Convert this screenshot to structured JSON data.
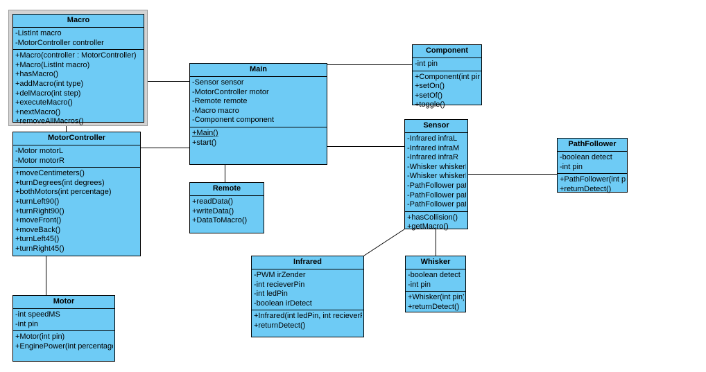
{
  "diagram": {
    "type": "uml-class-diagram",
    "background": "#ffffff",
    "class_fill": "#6ecbf5",
    "class_border": "#000000",
    "selection_frame": "#d3d3d3",
    "classes": [
      {
        "id": "macro",
        "name": "Macro",
        "selected": true,
        "attributes": [
          "-ListInt macro",
          "-MotorController controller"
        ],
        "methods": [
          "+Macro(controller : MotorController)",
          "+Macro(ListInt macro)",
          "+hasMacro()",
          "+addMacro(int type)",
          "+delMacro(int step)",
          "+executeMacro()",
          "+nextMacro()",
          "+removeAllMacros()"
        ]
      },
      {
        "id": "motorcontroller",
        "name": "MotorController",
        "selected": false,
        "attributes": [
          "-Motor motorL",
          "-Motor motorR"
        ],
        "methods": [
          "+moveCentimeters()",
          "+turnDegrees(int degrees)",
          "+bothMotors(int percentage)",
          "+turnLeft90()",
          "+turnRight90()",
          "+moveFront()",
          "+moveBack()",
          "+turnLeft45()",
          "+turnRight45()"
        ]
      },
      {
        "id": "motor",
        "name": "Motor",
        "selected": false,
        "attributes": [
          "-int speedMS",
          "-int pin"
        ],
        "methods": [
          "+Motor(int pin)",
          "+EnginePower(int percentage)"
        ]
      },
      {
        "id": "main",
        "name": "Main",
        "selected": false,
        "attributes": [
          "-Sensor sensor",
          "-MotorController motor",
          "-Remote remote",
          "-Macro macro",
          "-Component component"
        ],
        "methods": [
          "+Main()",
          "+start()"
        ],
        "static_methods": [
          "+Main()"
        ]
      },
      {
        "id": "remote",
        "name": "Remote",
        "selected": false,
        "attributes": [],
        "methods": [
          "+readData()",
          "+writeData()",
          "+DataToMacro()"
        ]
      },
      {
        "id": "component",
        "name": "Component",
        "selected": false,
        "attributes": [
          "-int pin"
        ],
        "methods": [
          "+Component(int pin)",
          "+setOn()",
          "+setOf()",
          "+toggle()"
        ]
      },
      {
        "id": "sensor",
        "name": "Sensor",
        "selected": false,
        "attributes": [
          "-Infrared infraL",
          "-Infrared infraM",
          "-Infrared infraR",
          "-Whisker whiskerL",
          "-Whisker whiskerR",
          "-PathFollower pathL",
          "-PathFollower pathM",
          "-PathFollower pathR"
        ],
        "methods": [
          "+hasCollision()",
          "+getMacro()"
        ]
      },
      {
        "id": "pathfollower",
        "name": "PathFollower",
        "selected": false,
        "attributes": [
          "-boolean detect",
          "-int pin"
        ],
        "methods": [
          "+PathFollower(int pin)",
          "+returnDetect()"
        ]
      },
      {
        "id": "infrared",
        "name": "Infrared",
        "selected": false,
        "attributes": [
          "-PWM irZender",
          "-int recieverPin",
          "-int ledPin",
          "-boolean irDetect"
        ],
        "methods": [
          "+Infrared(int ledPin, int recieverPin)",
          "+returnDetect()"
        ]
      },
      {
        "id": "whisker",
        "name": "Whisker",
        "selected": false,
        "attributes": [
          "-boolean detect",
          "-int pin"
        ],
        "methods": [
          "+Whisker(int pin)",
          "+returnDetect()"
        ]
      }
    ],
    "associations": [
      {
        "from": "macro",
        "to": "main"
      },
      {
        "from": "macro",
        "to": "motorcontroller"
      },
      {
        "from": "motorcontroller",
        "to": "main"
      },
      {
        "from": "motorcontroller",
        "to": "motor"
      },
      {
        "from": "main",
        "to": "component"
      },
      {
        "from": "main",
        "to": "sensor"
      },
      {
        "from": "main",
        "to": "remote"
      },
      {
        "from": "sensor",
        "to": "pathfollower"
      },
      {
        "from": "sensor",
        "to": "infrared"
      },
      {
        "from": "sensor",
        "to": "whisker"
      }
    ]
  }
}
